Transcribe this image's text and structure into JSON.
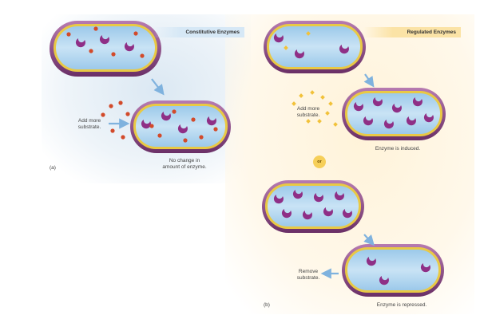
{
  "panel_a": {
    "title": "Constitutive Enzymes",
    "label": "(a)",
    "add_substrate": "Add more\nsubstrate.",
    "result": "No change in\namount of enzyme."
  },
  "panel_b": {
    "title": "Regulated Enzymes",
    "label": "(b)",
    "add_substrate": "Add more\nsubstrate.",
    "induced": "Enzyme is induced.",
    "or": "or",
    "remove_substrate": "Remove\nsubstrate.",
    "repressed": "Enzyme is repressed."
  },
  "colors": {
    "cell_outer": "#7d3f78",
    "cell_ring": "#e9c944",
    "cytoplasm": "#b9daf2",
    "enzyme": "#8f2f86",
    "substrate_a": "#d24a2a",
    "substrate_b": "#f2c23a",
    "arrow": "#7fb2de"
  }
}
